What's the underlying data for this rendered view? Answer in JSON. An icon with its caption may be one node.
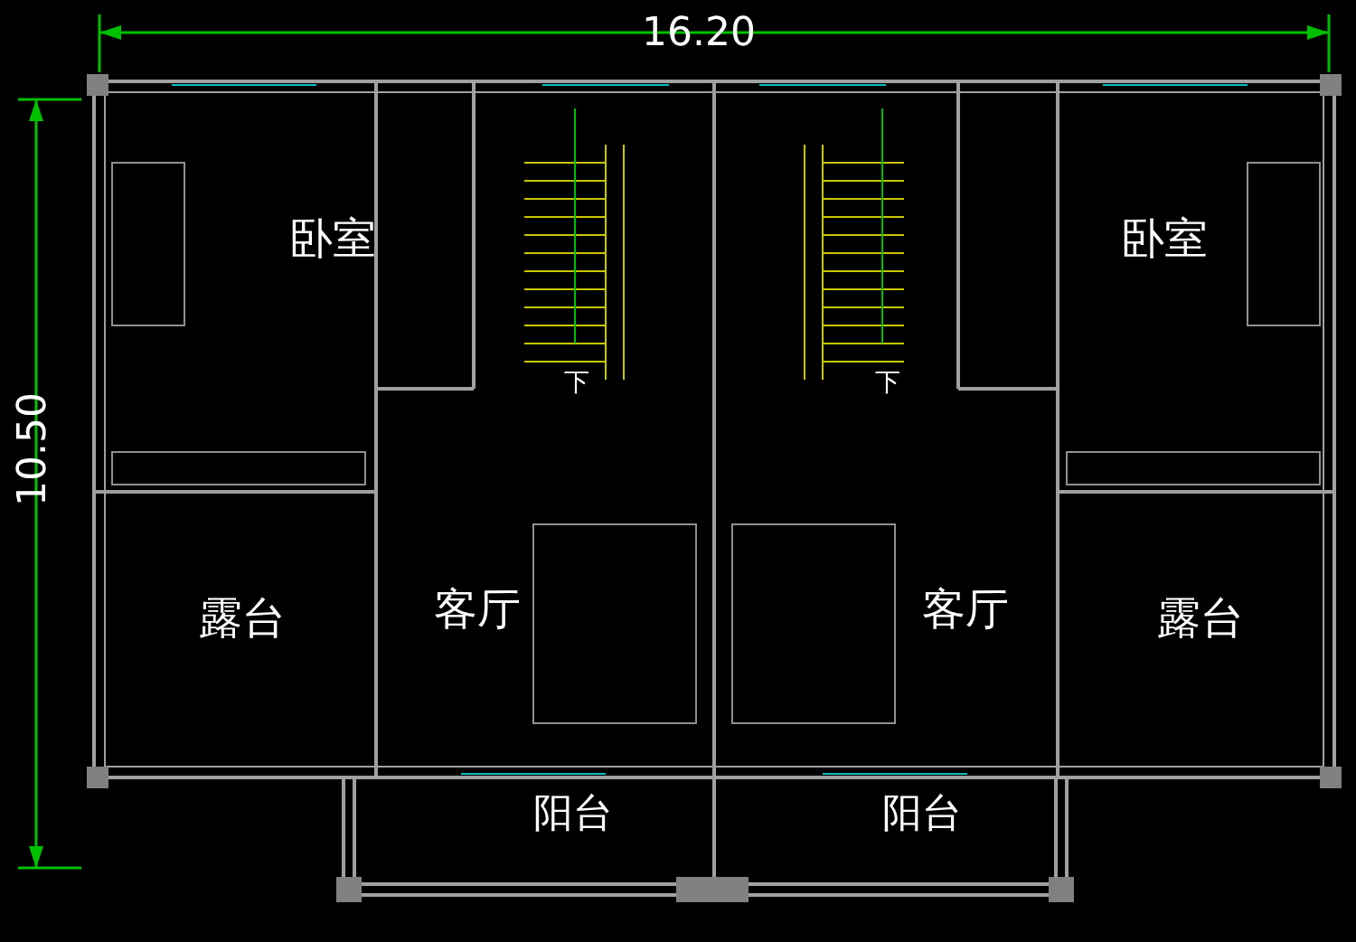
{
  "diagram": {
    "labels": [
      "16.20",
      "10.50",
      "卧室",
      "卧室",
      "下",
      "下",
      "露台",
      "客厅",
      "客厅",
      "露台",
      "阳台",
      "阳台"
    ]
  }
}
